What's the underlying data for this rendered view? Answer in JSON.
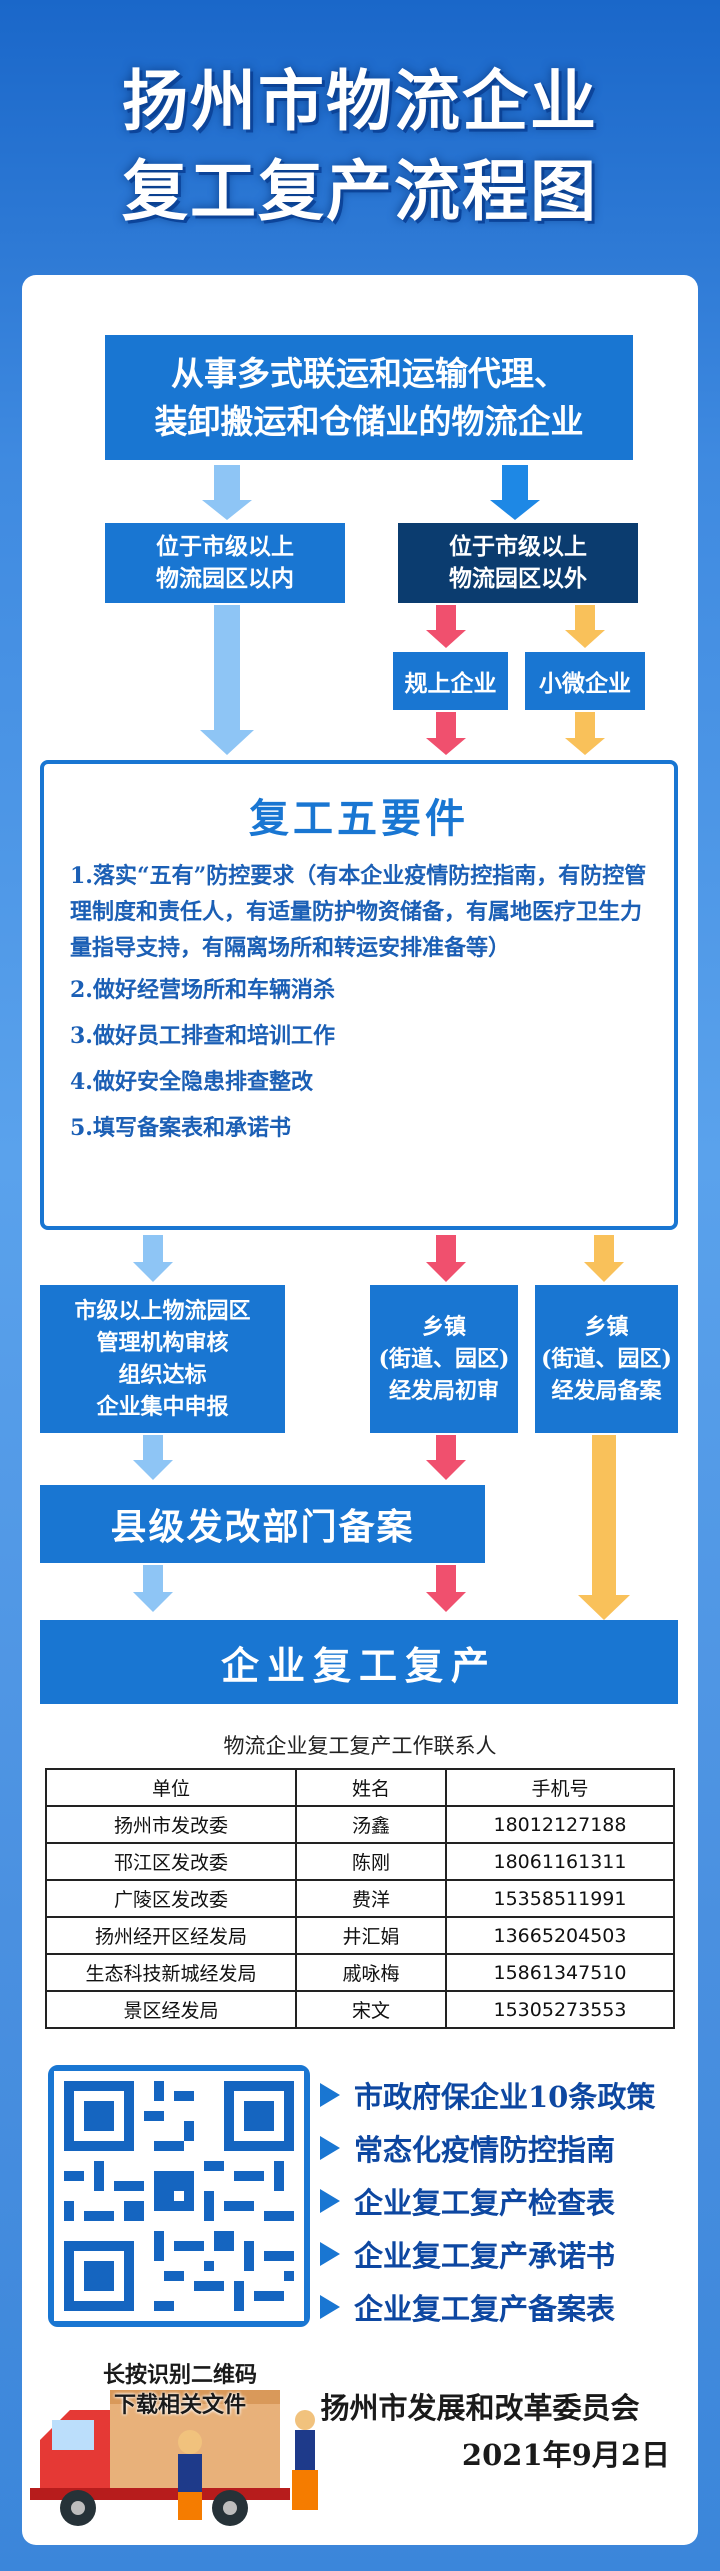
{
  "header": {
    "title_line1": "扬州市物流企业",
    "title_line2": "复工复产流程图"
  },
  "flow": {
    "top_box": {
      "line1": "从事多式联运和运输代理、",
      "line2": "装卸搬运和仓储业的物流企业"
    },
    "inside_park": {
      "line1": "位于市级以上",
      "line2": "物流园区以内"
    },
    "outside_park": {
      "line1": "位于市级以上",
      "line2": "物流园区以外"
    },
    "large_enterprise": "规上企业",
    "small_enterprise": "小微企业",
    "five_requirements": {
      "title": "复工五要件",
      "items": [
        "1.落实“五有”防控要求（有本企业疫情防控指南，有防控管理制度和责任人，有适量防护物资储备，有属地医疗卫生力量指导支持，有隔离场所和转运安排准备等）",
        "2.做好经营场所和车辆消杀",
        "3.做好员工排查和培训工作",
        "4.做好安全隐患排查整改",
        "5.填写备案表和承诺书"
      ]
    },
    "park_review": {
      "line1": "市级以上物流园区",
      "line2": "管理机构审核",
      "line3": "组织达标",
      "line4": "企业集中申报"
    },
    "town_initial": {
      "line1": "乡镇",
      "line2": "(街道、园区)",
      "line3": "经发局初审"
    },
    "town_record": {
      "line1": "乡镇",
      "line2": "(街道、园区)",
      "line3": "经发局备案"
    },
    "county_record": "县级发改部门备案",
    "resume": "企业复工复产"
  },
  "contacts": {
    "title": "物流企业复工复产工作联系人",
    "headers": [
      "单位",
      "姓名",
      "手机号"
    ],
    "rows": [
      [
        "扬州市发改委",
        "汤鑫",
        "18012127188"
      ],
      [
        "邗江区发改委",
        "陈刚",
        "18061161311"
      ],
      [
        "广陵区发改委",
        "费洋",
        "15358511991"
      ],
      [
        "扬州经开区经发局",
        "井汇娟",
        "13665204503"
      ],
      [
        "生态科技新城经发局",
        "戚咏梅",
        "15861347510"
      ],
      [
        "景区经发局",
        "宋文",
        "15305273553"
      ]
    ]
  },
  "links": [
    "市政府保企业10条政策",
    "常态化疫情防控指南",
    "企业复工复产检查表",
    "企业复工复产承诺书",
    "企业复工复产备案表"
  ],
  "qr_caption": {
    "line1": "长按识别二维码",
    "line2": "下载相关文件"
  },
  "footer": {
    "org": "扬州市发展和改革委员会",
    "date": "2021年9月2日"
  },
  "colors": {
    "primary": "#1976d2",
    "navy": "#0b3c6f",
    "red_arrow": "#f0506e",
    "yellow_arrow": "#f9c15a",
    "light_arrow": "#8ec5f5"
  }
}
